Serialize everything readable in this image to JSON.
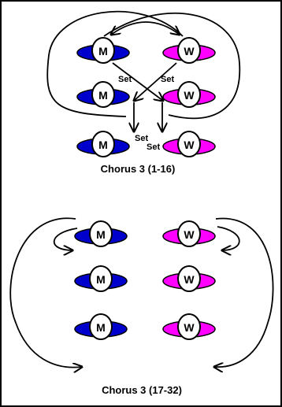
{
  "colors": {
    "man": "#0000cc",
    "woman": "#ff00ff",
    "line": "#000000",
    "head_fill": "#ffffff"
  },
  "dancer_labels": {
    "man": "M",
    "woman": "W"
  },
  "top_diagram": {
    "caption": "Chorus 3 (1-16)",
    "set_labels": [
      "Set",
      "Set",
      "Set",
      "Set"
    ]
  },
  "bottom_diagram": {
    "caption": "Chorus 3 (17-32)"
  }
}
